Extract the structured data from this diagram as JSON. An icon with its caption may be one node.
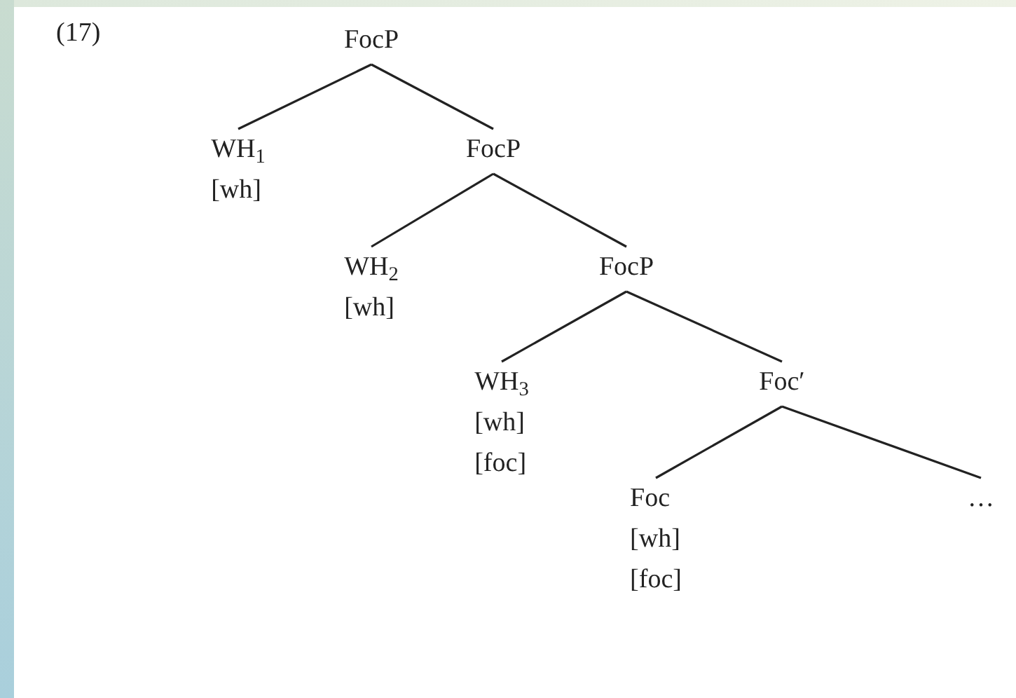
{
  "diagram": {
    "nodes": [
      {
        "text": [
          "FocP"
        ]
      },
      {
        "text": [
          "WH$_{1}$",
          "[wh]"
        ]
      },
      {
        "text": [
          "FocP"
        ]
      },
      {
        "text": [
          "WH$_{2}$",
          "[wh]"
        ]
      },
      {
        "text": [
          "FocP"
        ]
      },
      {
        "text": [
          "WH$_{3}$",
          "[wh]",
          "[foc]"
        ]
      },
      {
        "text": [
          "Foc′"
        ]
      },
      {
        "text": [
          "Foc",
          "[wh]",
          "[foc]"
        ]
      },
      {
        "text": [
          "…"
        ]
      }
    ],
    "edges": [
      {
        "from": 0,
        "to": 1,
        "arrow": "none"
      },
      {
        "from": 0,
        "to": 2,
        "arrow": "none"
      },
      {
        "from": 2,
        "to": 3,
        "arrow": "none"
      },
      {
        "from": 2,
        "to": 4,
        "arrow": "none"
      },
      {
        "from": 4,
        "to": 5,
        "arrow": "none"
      },
      {
        "from": 4,
        "to": 6,
        "arrow": "none"
      },
      {
        "from": 6,
        "to": 7,
        "arrow": "none"
      },
      {
        "from": 6,
        "to": 8,
        "arrow": "none"
      }
    ],
    "labels": [
      "(17)"
    ]
  }
}
